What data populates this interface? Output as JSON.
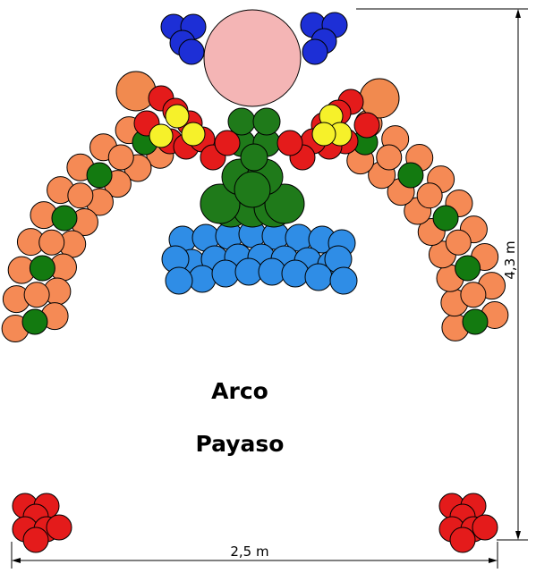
{
  "labels": {
    "title_line1": "Arco",
    "title_line2": "Payaso",
    "height": "4,3 m",
    "width": "2,5 m"
  },
  "colors": {
    "head": "#f4b5b5",
    "hair": "#1d2fd6",
    "hand": "#f18a4f",
    "sleeve_red": "#e41b1b",
    "sleeve_yellow": "#f6f12a",
    "body_green": "#1f7a1a",
    "collar_blue": "#2f8de6",
    "arch_orange": "#f58a55",
    "arch_green": "#137a10",
    "base_red": "#e41b1b",
    "outline": "#000000"
  }
}
